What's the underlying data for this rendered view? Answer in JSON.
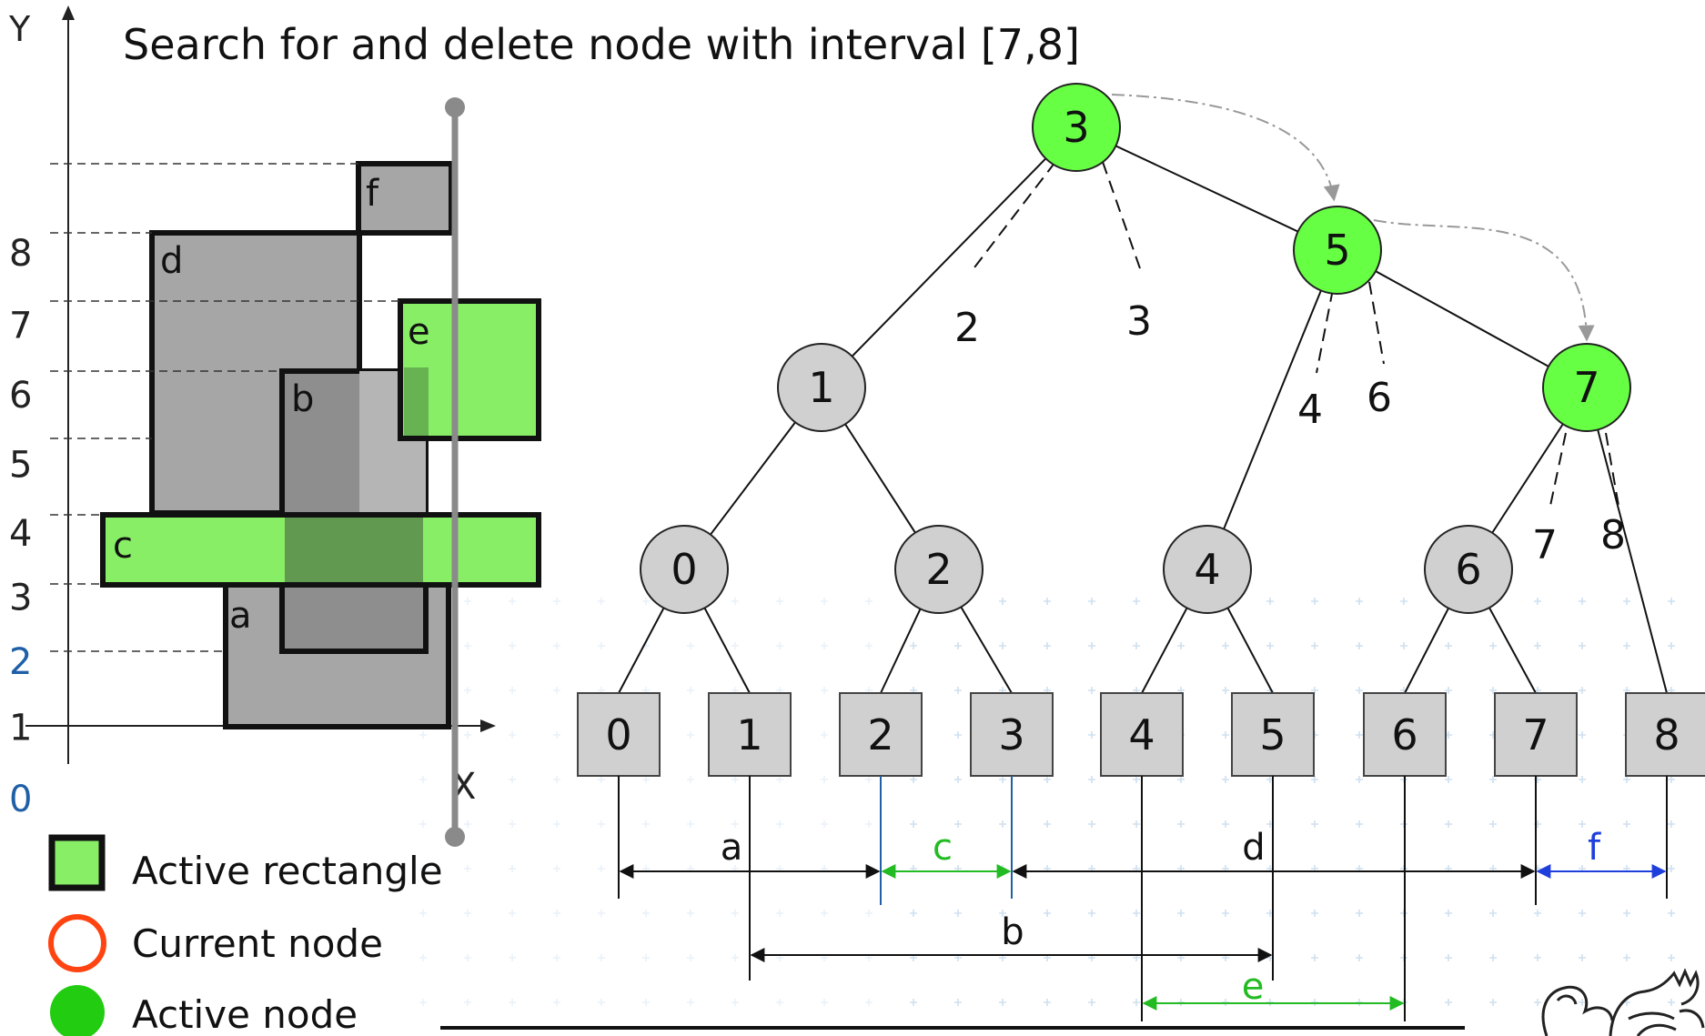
{
  "title": "Search for and delete node with interval [7,8]",
  "axes": {
    "y_label": "Y",
    "x_label": "X",
    "y_ticks": [
      {
        "v": 0,
        "label": "0",
        "color": "#1f5fa6"
      },
      {
        "v": 1,
        "label": "1",
        "color": "#222222"
      },
      {
        "v": 2,
        "label": "2",
        "color": "#1f5fa6"
      },
      {
        "v": 3,
        "label": "3",
        "color": "#222222"
      },
      {
        "v": 4,
        "label": "4",
        "color": "#222222"
      },
      {
        "v": 5,
        "label": "5",
        "color": "#222222"
      },
      {
        "v": 6,
        "label": "6",
        "color": "#222222"
      },
      {
        "v": 7,
        "label": "7",
        "color": "#222222"
      },
      {
        "v": 8,
        "label": "8",
        "color": "#222222"
      }
    ]
  },
  "rectangles": [
    {
      "name": "a",
      "active": false
    },
    {
      "name": "d",
      "active": false
    },
    {
      "name": "b",
      "active": false
    },
    {
      "name": "f",
      "active": false
    },
    {
      "name": "e",
      "active": true
    },
    {
      "name": "c",
      "active": true
    }
  ],
  "tree": {
    "internal_nodes": [
      {
        "label": "3",
        "state": "active"
      },
      {
        "label": "5",
        "state": "active"
      },
      {
        "label": "7",
        "state": "active"
      },
      {
        "label": "1",
        "state": "normal"
      },
      {
        "label": "0",
        "state": "normal"
      },
      {
        "label": "2",
        "state": "normal"
      },
      {
        "label": "4",
        "state": "normal"
      },
      {
        "label": "6",
        "state": "normal"
      }
    ],
    "leaves": [
      "0",
      "1",
      "2",
      "3",
      "4",
      "5",
      "6",
      "7",
      "8"
    ],
    "list_labels": [
      "2",
      "3",
      "4",
      "6",
      "7",
      "8"
    ]
  },
  "intervals": [
    {
      "label": "a",
      "color": "#111111"
    },
    {
      "label": "c",
      "color": "#22bb22"
    },
    {
      "label": "d",
      "color": "#111111"
    },
    {
      "label": "f",
      "color": "#1f3fdd"
    },
    {
      "label": "b",
      "color": "#111111"
    },
    {
      "label": "e",
      "color": "#22bb22"
    }
  ],
  "legend": [
    {
      "label": "Active rectangle",
      "icon": "active-rectangle-icon"
    },
    {
      "label": "Current node",
      "icon": "current-node-icon"
    },
    {
      "label": "Active node",
      "icon": "active-node-icon"
    }
  ],
  "colors": {
    "active_green": "#66ff44",
    "active_node_green": "#33dd11",
    "node_gray": "#d0d0d0",
    "rect_gray": "#a6a6a6",
    "current_node_red": "#ff4411",
    "sweep_line": "#8a8a8a"
  }
}
